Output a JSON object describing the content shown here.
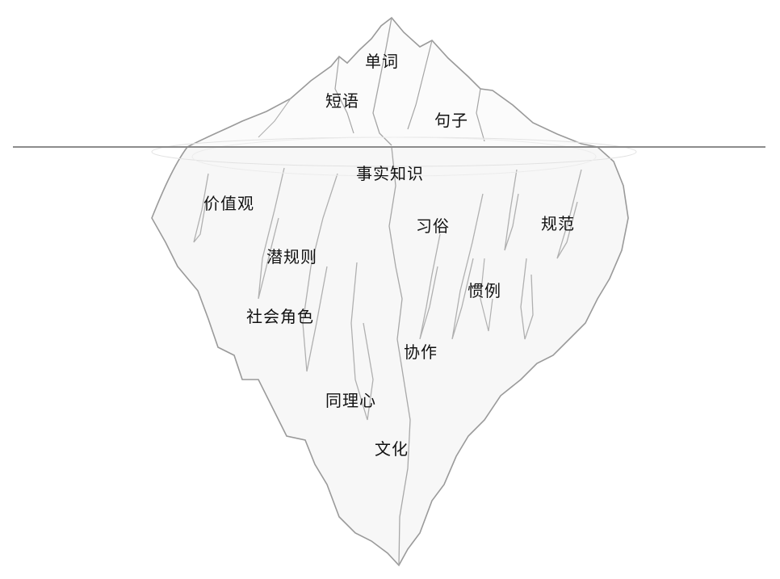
{
  "above_water": {
    "words": "单词",
    "phrases": "短语",
    "sentences": "句子"
  },
  "below_water": {
    "factual_knowledge": "事实知识",
    "values": "价值观",
    "customs": "习俗",
    "norms": "规范",
    "unwritten_rules": "潜规则",
    "habits": "惯例",
    "social_roles": "社会角色",
    "cooperation": "协作",
    "empathy": "同理心",
    "culture": "文化"
  },
  "colors": {
    "outline": "#9a9a9a",
    "waterline": "#8c8c8c",
    "ice_fill": "#f7f7f7",
    "text": "#111111"
  }
}
